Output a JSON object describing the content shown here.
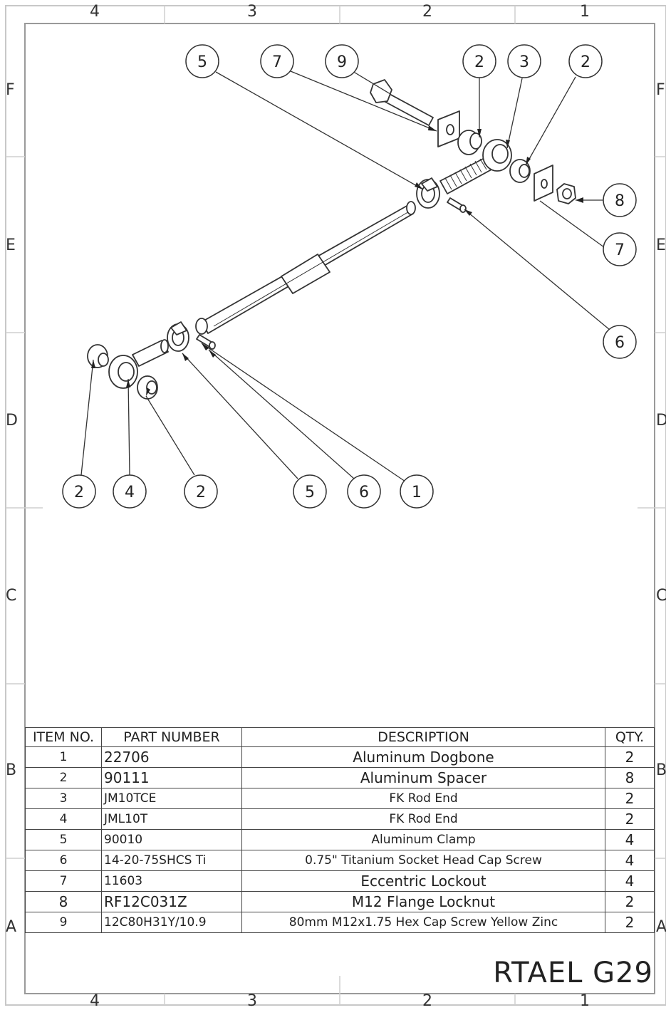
{
  "zones": {
    "columns": [
      "4",
      "3",
      "2",
      "1"
    ],
    "rows": [
      "F",
      "E",
      "D",
      "C",
      "B",
      "A"
    ]
  },
  "balloons": [
    {
      "label": "5"
    },
    {
      "label": "7"
    },
    {
      "label": "9"
    },
    {
      "label": "2"
    },
    {
      "label": "3"
    },
    {
      "label": "2"
    },
    {
      "label": "8"
    },
    {
      "label": "7"
    },
    {
      "label": "6"
    },
    {
      "label": "2"
    },
    {
      "label": "4"
    },
    {
      "label": "2"
    },
    {
      "label": "5"
    },
    {
      "label": "6"
    },
    {
      "label": "1"
    }
  ],
  "bom": {
    "headers": [
      "ITEM NO.",
      "PART NUMBER",
      "DESCRIPTION",
      "QTY."
    ],
    "rows": [
      {
        "item": "1",
        "part": "22706",
        "desc": "Aluminum Dogbone",
        "qty": "2"
      },
      {
        "item": "2",
        "part": "90111",
        "desc": "Aluminum Spacer",
        "qty": "8"
      },
      {
        "item": "3",
        "part": "JM10TCE",
        "desc": "FK Rod End",
        "qty": "2"
      },
      {
        "item": "4",
        "part": "JML10T",
        "desc": "FK Rod End",
        "qty": "2"
      },
      {
        "item": "5",
        "part": "90010",
        "desc": "Aluminum Clamp",
        "qty": "4"
      },
      {
        "item": "6",
        "part": "14-20-75SHCS Ti",
        "desc": "0.75\" Titanium Socket Head Cap Screw",
        "qty": "4"
      },
      {
        "item": "7",
        "part": "11603",
        "desc": "Eccentric Lockout",
        "qty": "4"
      },
      {
        "item": "8",
        "part": "RF12C031Z",
        "desc": "M12 Flange Locknut",
        "qty": "2"
      },
      {
        "item": "9",
        "part": "12C80H31Y/10.9",
        "desc": "80mm M12x1.75 Hex Cap Screw Yellow Zinc",
        "qty": "2"
      }
    ]
  },
  "title_block": {
    "drawing_title": "RTAEL G29"
  }
}
